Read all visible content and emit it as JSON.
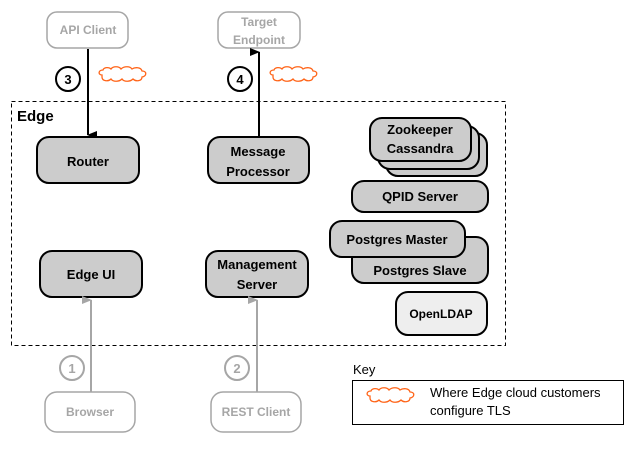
{
  "colors": {
    "component_fill": "#cccccc",
    "ldap_fill": "#eeeeee",
    "external_stroke": "#a6a6a6",
    "tls_cloud": "#ff6418"
  },
  "external": {
    "api_client": "API Client",
    "target_endpoint": [
      "Target",
      "Endpoint"
    ],
    "browser": "Browser",
    "rest_client": "REST Client"
  },
  "steps": {
    "s1": "1",
    "s2": "2",
    "s3": "3",
    "s4": "4"
  },
  "edge": {
    "label": "Edge",
    "router": "Router",
    "message_processor": [
      "Message",
      "Processor"
    ],
    "edge_ui": "Edge UI",
    "management_server": [
      "Management",
      "Server"
    ],
    "zookeeper_cassandra": [
      "Zookeeper",
      "Cassandra"
    ],
    "qpid": "QPID Server",
    "postgres_master": "Postgres Master",
    "postgres_slave": "Postgres Slave",
    "openldap": "OpenLDAP"
  },
  "key": {
    "title": "Key",
    "tls_text": [
      "Where Edge cloud customers",
      "configure TLS"
    ]
  }
}
